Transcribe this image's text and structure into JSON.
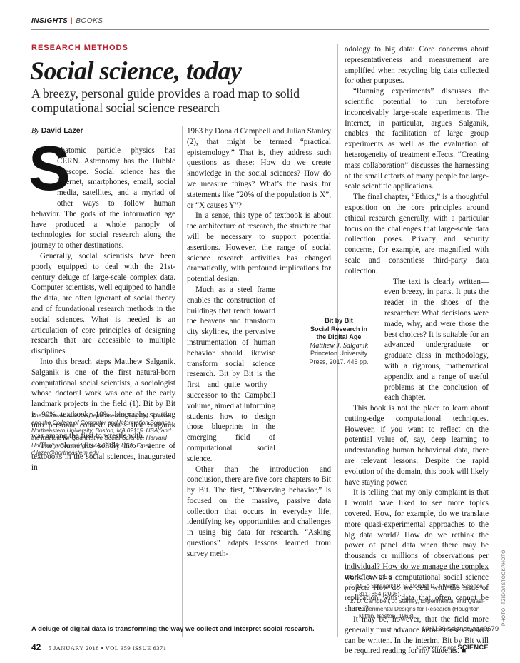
{
  "header": {
    "section": "INSIGHTS",
    "separator": "|",
    "subsection": "BOOKS"
  },
  "kicker": "RESEARCH METHODS",
  "title": "Social science, today",
  "deck": "A breezy, personal guide provides a road map to solid computational social science research",
  "byline": {
    "by": "By",
    "author": "David Lazer"
  },
  "dropcap": "S",
  "col1": [
    "ubatomic particle physics has CERN. Astronomy has the Hubble telescope. Social science has the Internet, smartphones, email, social media, satellites, and a myriad of other ways to follow human behavior. The gods of the information age have produced a whole panoply of technologies for social research along the journey to other destinations.",
    "Generally, social scientists have been poorly equipped to deal with the 21st-century deluge of large-scale complex data. Computer scientists, well equipped to handle the data, are often ignorant of social theory and of foundational research methods in the social sciences. What is needed is an articulation of core principles of designing research that are accessible to multiple disciplines.",
    "Into this breach steps Matthew Salganik. Salganik is one of the first natural-born computational social scientists, a sociologist whose doctoral work was one of the early landmark projects in the field (1). Bit by Bit is 90% textbook, 10% biography, putting into personal context issues that Salganik was among the first to wrestle with.",
    "The volume fits solidly into a genre of textbooks in the social sciences, inaugurated in"
  ],
  "reviewer": "The reviewer is at the Department of Political Science and the College of Computer and Information Science, Northeastern University, Boston, MA 02115, USA, and the Institute for Quantitative Social Science, Harvard University, Cambridge, MA 02138, USA. Email: d.lazer@northeastern.edu",
  "col2": [
    "1963 by Donald Campbell and Julian Stanley (2), that might be termed “practical epistemology.” That is, they address such questions as these: How do we create knowledge in the social sciences? How do we measure things? What’s the basis for statements like “20% of the population is X”, or “X causes Y”?",
    "In a sense, this type of textbook is about the architecture of research, the structure that will be necessary to support potential assertions. However, the range of social science research activities has changed dramatically, with profound implications for potential design.",
    "Much as a steel frame enables the construction of buildings that reach toward the heavens and transform city skylines, the pervasive instrumentation of human behavior should likewise transform social science research. Bit by Bit is the first—and quite worthy—successor to the Campbell volume, aimed at informing students how to design those blueprints in the emerging field of computational social science.",
    "Other than the introduction and conclusion, there are five core chapters to Bit by Bit. The first, “Observing behavior,” is focused on the massive, passive data collection that occurs in everyday life, identifying key opportunities and challenges in using big data for research. “Asking questions” adapts lessons learned from survey meth-"
  ],
  "book": {
    "title": "Bit by Bit",
    "subtitle": "Social Research in the Digital Age",
    "author": "Matthew J. Salganik",
    "publisher": "Princeton University Press, 2017. 445 pp."
  },
  "col3": [
    "odology to big data: Core concerns about representativeness and measurement are amplified when recycling big data collected for other purposes.",
    "“Running experiments” discusses the scientific potential to run heretofore inconceivably large-scale experiments. The Internet, in particular, argues Salganik, enables the facilitation of large group experiments as well as the evaluation of heterogeneity of treatment effects. “Creating mass collaboration” discusses the harnessing of the small efforts of many people for large-scale scientific applications.",
    "The final chapter, “Ethics,” is a thoughtful exposition on the core principles around ethical research generally, with a particular focus on the challenges that large-scale data collection poses. Privacy and security concerns, for example, are magnified with scale and consentless third-party data collection.",
    "The text is clearly written—even breezy, in parts. It puts the reader in the shoes of the researcher: What decisions were made, why, and were those the best choices? It is suitable for an advanced undergraduate or graduate class in methodology, with a rigorous, mathematical appendix and a range of useful problems at the conclusion of each chapter.",
    "This book is not the place to learn about cutting-edge computational techniques. However, if you want to reflect on the potential value of, say, deep learning to understanding human behavioral data, there are relevant lessons. Despite the rapid evolution of the domain, this book will likely have staying power.",
    "It is telling that my only complaint is that I would have liked to see more topics covered. How, for example, do we translate more quasi-experimental approaches to the big data world? How do we rethink the power of panel data when there may be thousands or millions of observations per individual? How do we manage the complex workflow of a computational social science project? How do we deal with the issue of replication with data that often cannot be shared?",
    "It may be, however, that the field more generally must advance before these chapters can be written. In the interim, Bit by Bit will be required reading for my students. ■"
  ],
  "references": {
    "heading": "REFERENCES",
    "items": [
      "1. M. J. Salganik, P. S. Dodds, D. J. Watts, Science 311, 854 (2006).",
      "2. D. Campbell, J. Stanley, Experimental and Quasi-Experimental Designs for Research (Houghton Mifflin, Boston, 1963)."
    ]
  },
  "credit": "PHOTO: TZIDO/ISTOCKPHOTO",
  "caption": "A deluge of digital data is transforming the way we collect and interpret social research.",
  "doi": "10.1126/science.aaq0679",
  "footer": {
    "page": "42",
    "date": "5 JANUARY 2018 • VOL 359 ISSUE 6371",
    "site": "sciencemag.org",
    "journal": "SCIENCE"
  }
}
